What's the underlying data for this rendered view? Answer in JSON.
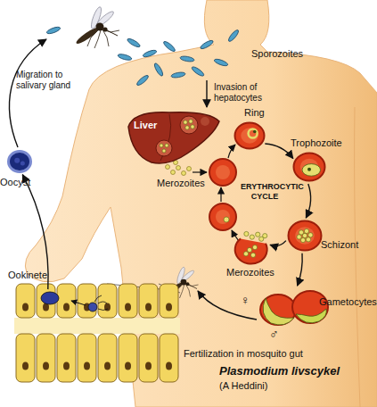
{
  "diagram": {
    "title": "Plasmodium livscykel",
    "nodes": [
      {
        "text": [
          "Liver"
        ]
      },
      {
        "text": [
          "Ring"
        ]
      },
      {
        "text": [
          "Trophozoite"
        ]
      },
      {
        "text": [
          "Schizont"
        ]
      },
      {
        "text": [
          "Merozoites"
        ]
      },
      {
        "text": [
          "Gametocytes"
        ]
      },
      {
        "text": [
          "Oocyst"
        ]
      },
      {
        "text": [
          "Ookinete"
        ]
      }
    ],
    "edges": [
      {
        "from": 1,
        "to": 2,
        "arrow": "to"
      },
      {
        "from": 2,
        "to": 3,
        "arrow": "to"
      },
      {
        "from": 3,
        "to": 4,
        "arrow": "to"
      },
      {
        "from": 3,
        "to": 5,
        "arrow": "to"
      },
      {
        "from": 7,
        "to": 6,
        "arrow": "to"
      }
    ],
    "labels": [
      "Sporozoites",
      "Invasion of hepatocytes",
      "Merozoites",
      "ERYTHROCYTIC CYCLE",
      "♀",
      "♂",
      "Fertilization in mosquito gut",
      "Migration to salivary gland",
      "(A Heddini)"
    ]
  }
}
